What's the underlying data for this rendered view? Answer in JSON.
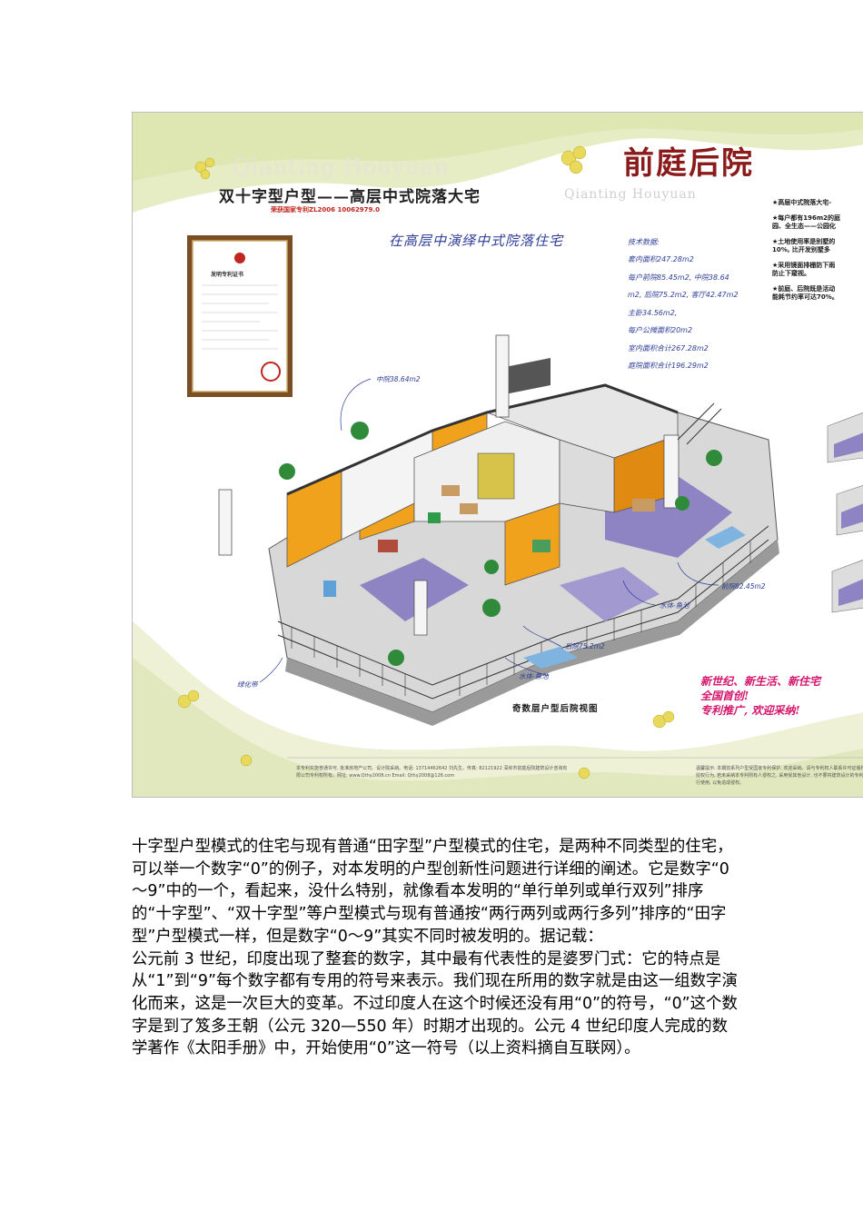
{
  "poster": {
    "brand_en": "Qianting Houyuan",
    "brand_cn": "前庭后院",
    "main_title": "双十字型户型——高层中式院落大宅",
    "patent_no": "荣获国家专利ZL2006 10062979.0",
    "subtitle": "在高层中演绎中式院落住宅",
    "cert_title": "发明专利证书",
    "spec_title": "技术数据:",
    "specs": [
      "套内面积247.28m2",
      "每户前院85.45m2, 中院38.64",
      "m2, 后院75.2m2, 客厅42.47m2",
      "主卧34.56m2,",
      "每户公摊面积20m2",
      "室内面积合计267.28m2",
      "庭院面积合计196.29m2"
    ],
    "features": [
      "★高层中式院落大宅-",
      "★每户都有196m2的庭\n园、全生态——公园化",
      "★土地使用率是别墅的\n10%, 比开发别墅多",
      "★采用镜面排栅防下雨\n防止下窥视。",
      "★前庭、后院既是活动\n能耗节约率可达70%。"
    ],
    "callouts": {
      "middle_yard": "中院38.64m2",
      "front_yard": "前院82.45m2",
      "back_yard": "后院75.2m2",
      "water_pool_right": "水体-鱼池",
      "water_pool_bottom": "水体-鱼池",
      "green_belt": "绿化带"
    },
    "slogan_lines": [
      "新世纪、新生活、新住宅",
      "全国首创!",
      "专利推广, 欢迎采纳!"
    ],
    "view_caption": "奇数层户型后院视图",
    "footer_left": "本专利实施普通许可, 批准房地产公司、设计院采纳。电话: 13714462642 刘先生。传真: 82121922 深圳市前庭后院建筑设计咨询有限公司专利权所有。网址: www.Qthy2008.cn Email: Qthy2008@126.com",
    "footer_right": "温馨提示: 本期前系列户型受国家专利保护, 欢迎采纳。请与专利权人联系许可证版权授权行为, 若未采纳本专利则有人侵权之, 采用受其他设计, 也不要将建筑设计的专利进行使用, 以免造成侵权。"
  },
  "article": {
    "paragraphs": [
      "十字型户型模式的住宅与现有普通“田字型”户型模式的住宅，是两种不同类型的住宅，可以举一个数字“0”的例子，对本发明的户型创新性问题进行详细的阐述。它是数字“0～9”中的一个，看起来，没什么特别，就像看本发明的“单行单列或单行双列”排序的“十字型”、“双十字型”等户型模式与现有普通按“两行两列或两行多列”排序的“田字型”户型模式一样，但是数字“0～9”其实不同时被发明的。据记载：",
      "公元前 3 世纪，印度出现了整套的数字，其中最有代表性的是婆罗门式：它的特点是从“1”到“9”每个数字都有专用的符号来表示。我们现在所用的数字就是由这一组数字演化而来，这是一次巨大的变革。不过印度人在这个时候还没有用“0”的符号，“0”这个数字是到了笈多王朝（公元 320—550 年）时期才出现的。公元 4 世纪印度人完成的数学著作《太阳手册》中，开始使用“0”这一符号（以上资料摘自互联网）。"
    ]
  },
  "colors": {
    "wave_green": "#e6ecc4",
    "title_red": "#8b1a1a",
    "callout_blue": "#2e3d97",
    "slogan_pink": "#d4146b",
    "wall_orange": "#f0a21c",
    "floor_purple": "#8e84c4"
  }
}
